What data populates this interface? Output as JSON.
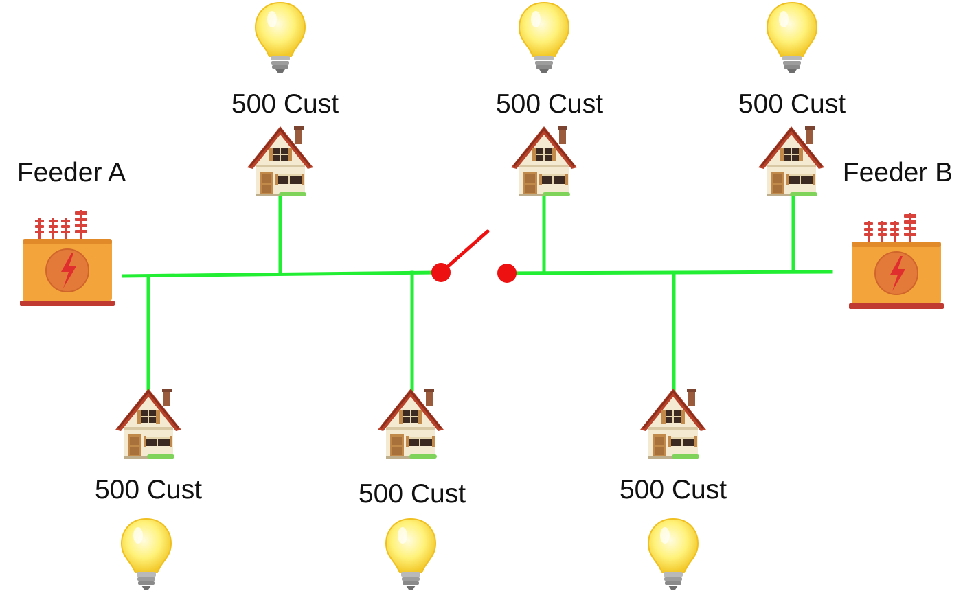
{
  "feeders": {
    "a": {
      "label": "Feeder A"
    },
    "b": {
      "label": "Feeder B"
    }
  },
  "loads": [
    {
      "id": "a-top",
      "label": "500 Cust"
    },
    {
      "id": "b-top-left",
      "label": "500 Cust"
    },
    {
      "id": "b-top-right",
      "label": "500 Cust"
    },
    {
      "id": "a-bottom-left",
      "label": "500 Cust"
    },
    {
      "id": "a-bottom-right",
      "label": "500 Cust"
    },
    {
      "id": "b-bottom",
      "label": "500 Cust"
    }
  ],
  "tie_switch": {
    "state": "open"
  },
  "colors": {
    "line_energized": "#22ee33",
    "switch": "#ee1111",
    "bulb": "#fff27a",
    "transformer": "#f3a43b",
    "roof": "#b8412a",
    "wall": "#f4ead2"
  },
  "icons": {
    "feeder": "transformer-icon",
    "load": "house-icon",
    "light": "light-bulb-icon"
  }
}
